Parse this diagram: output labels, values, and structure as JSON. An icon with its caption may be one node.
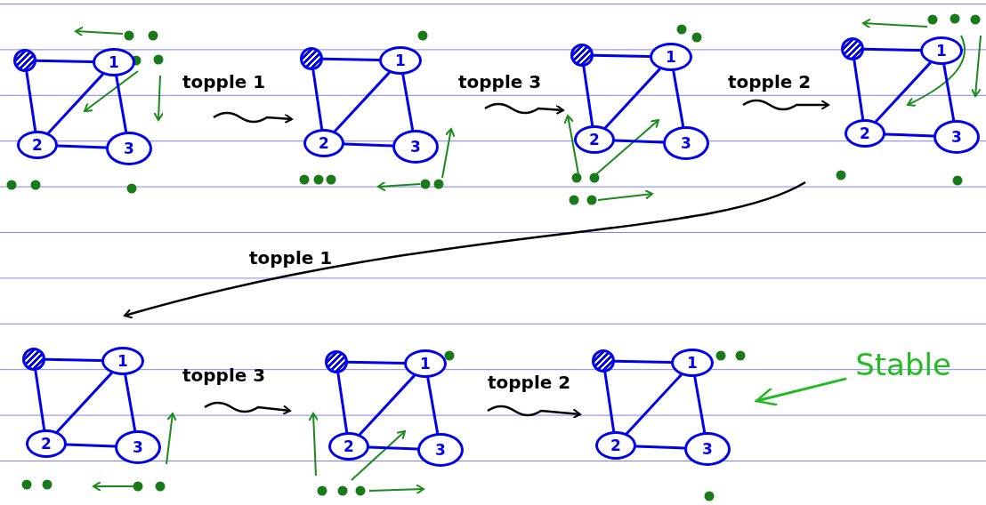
{
  "diagram": {
    "nodes": [
      {
        "text": [],
        "shape": "circle"
      },
      {
        "text": [
          "1"
        ]
      },
      {
        "text": [
          "2"
        ]
      },
      {
        "text": [
          "3"
        ]
      },
      {
        "text": [],
        "shape": "circle"
      },
      {
        "text": [
          "1"
        ]
      },
      {
        "text": [
          "2"
        ]
      },
      {
        "text": [
          "3"
        ]
      },
      {
        "text": [],
        "shape": "circle"
      },
      {
        "text": [
          "1"
        ]
      },
      {
        "text": [
          "2"
        ]
      },
      {
        "text": [
          "3"
        ]
      },
      {
        "text": [],
        "shape": "circle"
      },
      {
        "text": [
          "1"
        ]
      },
      {
        "text": [
          "2"
        ]
      },
      {
        "text": [
          "3"
        ]
      },
      {
        "text": [],
        "shape": "circle"
      },
      {
        "text": [
          "1"
        ]
      },
      {
        "text": [
          "2"
        ]
      },
      {
        "text": [
          "3"
        ]
      },
      {
        "text": [],
        "shape": "circle"
      },
      {
        "text": [
          "1"
        ]
      },
      {
        "text": [
          "2"
        ]
      },
      {
        "text": [
          "3"
        ]
      },
      {
        "text": [],
        "shape": "circle"
      },
      {
        "text": [
          "1"
        ]
      },
      {
        "text": [
          "2"
        ]
      },
      {
        "text": [
          "3"
        ]
      },
      {
        "text": [
          "Stable"
        ]
      }
    ],
    "edges": [
      {
        "from": 0,
        "to": 1,
        "arrow": "none"
      },
      {
        "from": 0,
        "to": 2,
        "arrow": "none"
      },
      {
        "from": 1,
        "to": 2,
        "arrow": "none"
      },
      {
        "from": 1,
        "to": 3,
        "arrow": "none"
      },
      {
        "from": 2,
        "to": 3,
        "arrow": "none"
      },
      {
        "from": 4,
        "to": 5,
        "arrow": "none"
      },
      {
        "from": 4,
        "to": 6,
        "arrow": "none"
      },
      {
        "from": 5,
        "to": 6,
        "arrow": "none"
      },
      {
        "from": 5,
        "to": 7,
        "arrow": "none"
      },
      {
        "from": 6,
        "to": 7,
        "arrow": "none"
      },
      {
        "from": 8,
        "to": 9,
        "arrow": "none"
      },
      {
        "from": 8,
        "to": 10,
        "arrow": "none"
      },
      {
        "from": 9,
        "to": 10,
        "arrow": "none"
      },
      {
        "from": 9,
        "to": 11,
        "arrow": "none"
      },
      {
        "from": 10,
        "to": 11,
        "arrow": "none"
      },
      {
        "from": 12,
        "to": 13,
        "arrow": "none"
      },
      {
        "from": 12,
        "to": 14,
        "arrow": "none"
      },
      {
        "from": 13,
        "to": 14,
        "arrow": "none"
      },
      {
        "from": 13,
        "to": 15,
        "arrow": "none"
      },
      {
        "from": 14,
        "to": 15,
        "arrow": "none"
      },
      {
        "from": 16,
        "to": 17,
        "arrow": "none"
      },
      {
        "from": 16,
        "to": 18,
        "arrow": "none"
      },
      {
        "from": 17,
        "to": 18,
        "arrow": "none"
      },
      {
        "from": 17,
        "to": 19,
        "arrow": "none"
      },
      {
        "from": 18,
        "to": 19,
        "arrow": "none"
      },
      {
        "from": 20,
        "to": 21,
        "arrow": "none"
      },
      {
        "from": 20,
        "to": 22,
        "arrow": "none"
      },
      {
        "from": 21,
        "to": 22,
        "arrow": "none"
      },
      {
        "from": 21,
        "to": 23,
        "arrow": "none"
      },
      {
        "from": 22,
        "to": 23,
        "arrow": "none"
      },
      {
        "from": 24,
        "to": 25,
        "arrow": "none"
      },
      {
        "from": 24,
        "to": 26,
        "arrow": "none"
      },
      {
        "from": 25,
        "to": 26,
        "arrow": "none"
      },
      {
        "from": 25,
        "to": 27,
        "arrow": "none"
      },
      {
        "from": 26,
        "to": 27,
        "arrow": "none"
      },
      {
        "from": 28,
        "to": null,
        "arrow": "to",
        "color": "#22bb22"
      }
    ],
    "labels": [
      "topple 1",
      "topple 3",
      "topple 2",
      "topple 1",
      "topple 3",
      "topple 2"
    ]
  }
}
